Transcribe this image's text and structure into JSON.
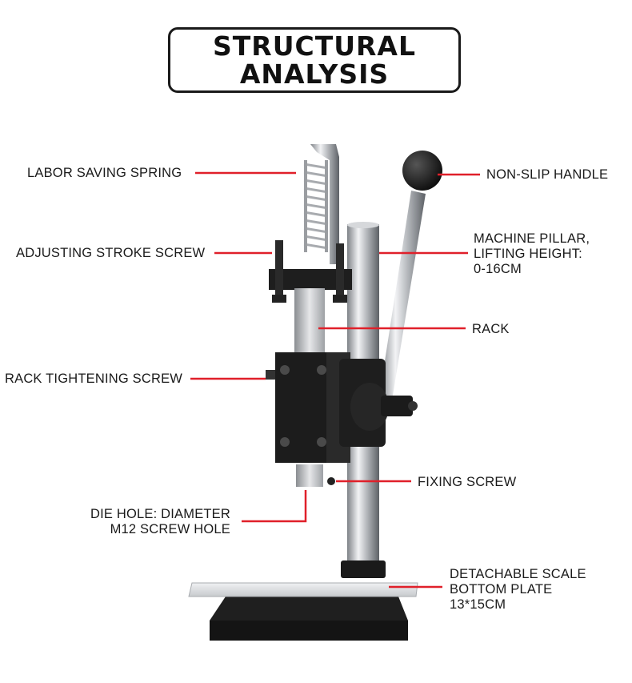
{
  "title": {
    "line1": "STRUCTURAL",
    "line2": "ANALYSIS"
  },
  "colors": {
    "pointer_line": "#e0202a",
    "text": "#1a1a1a",
    "machine_body": "#1c1c1c",
    "pillar": "#c9ccd0"
  },
  "labels": {
    "labor_saving_spring": "LABOR SAVING SPRING",
    "non_slip_handle": "NON-SLIP HANDLE",
    "adjusting_stroke_screw": "ADJUSTING STROKE SCREW",
    "machine_pillar_1": "MACHINE PILLAR,",
    "machine_pillar_2": "LIFTING HEIGHT:",
    "machine_pillar_3": "0-16CM",
    "rack": "RACK",
    "rack_tightening_screw": "RACK TIGHTENING SCREW",
    "fixing_screw": "FIXING SCREW",
    "die_hole_1": "DIE HOLE: DIAMETER",
    "die_hole_2": "M12 SCREW HOLE",
    "bottom_plate_1": "DETACHABLE SCALE",
    "bottom_plate_2": "BOTTOM PLATE",
    "bottom_plate_3": "13*15CM"
  }
}
